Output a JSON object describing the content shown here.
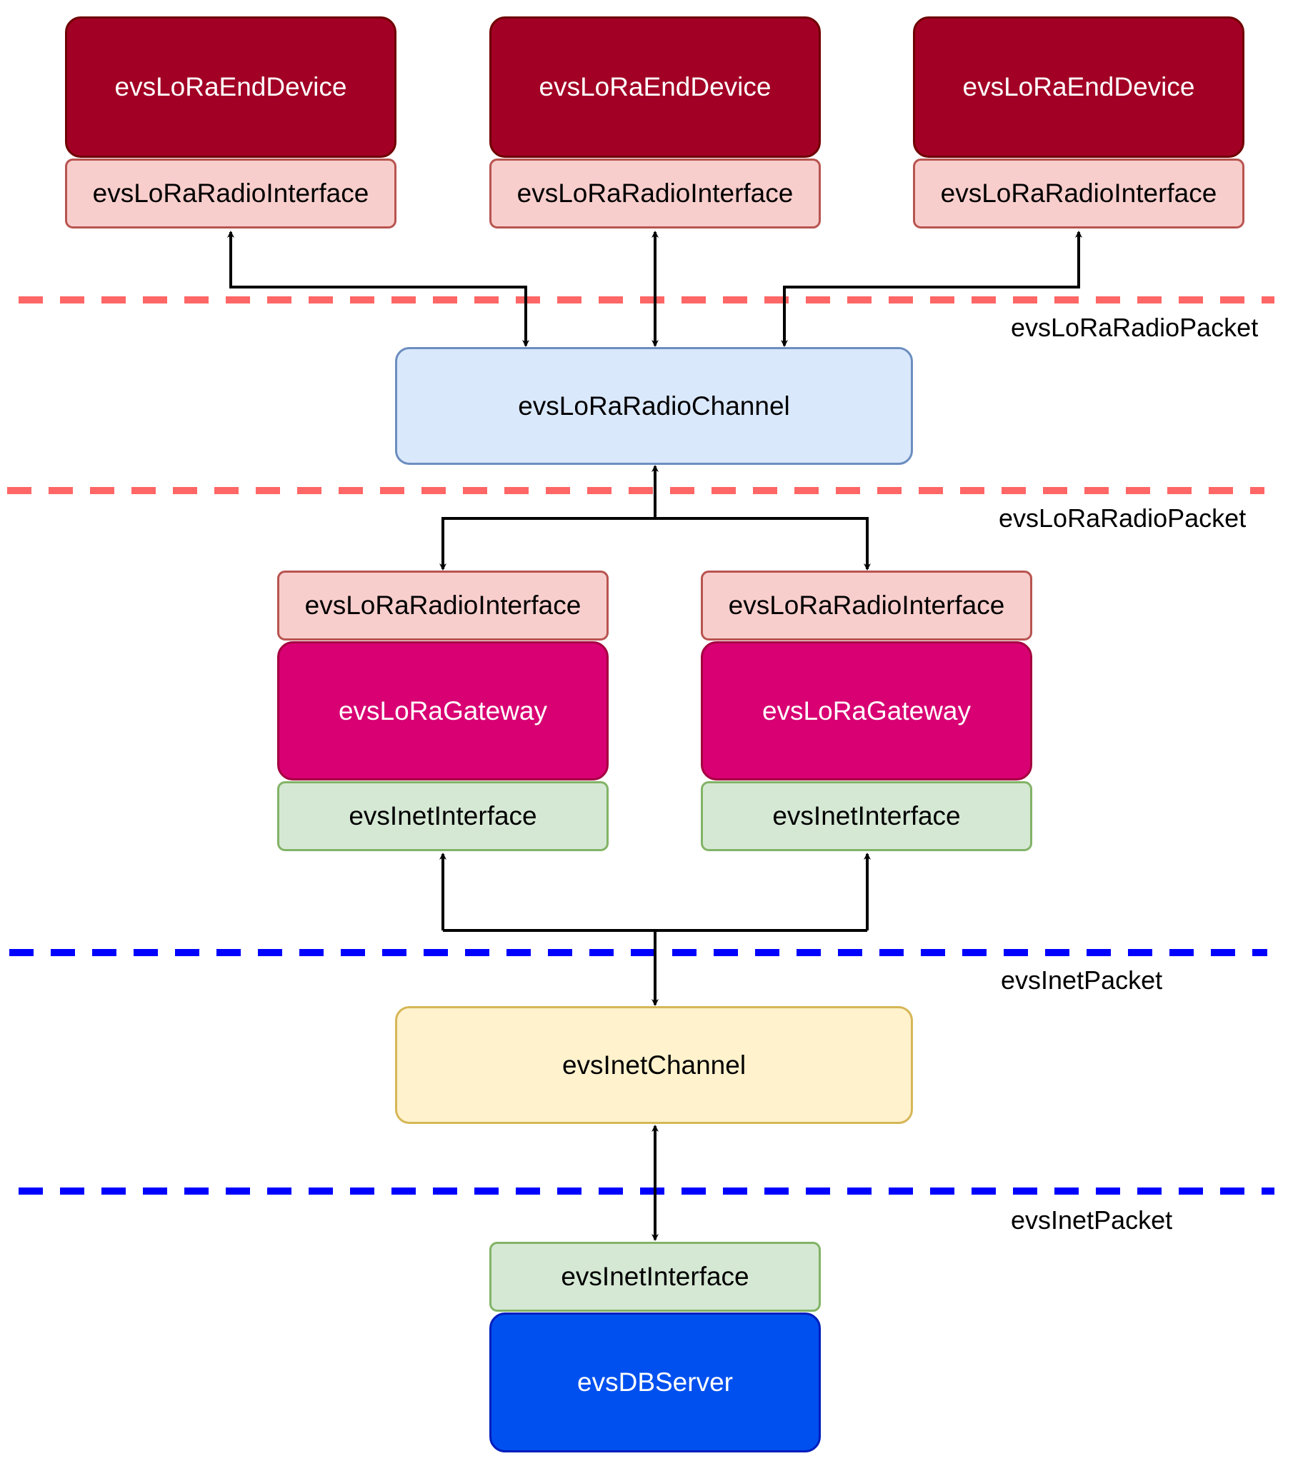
{
  "colors": {
    "lora_separator": "#ff6666",
    "inet_separator": "#0000ff",
    "arrow": "#000000"
  },
  "end_devices": [
    {
      "label": "evsLoRaEndDevice"
    },
    {
      "label": "evsLoRaEndDevice"
    },
    {
      "label": "evsLoRaEndDevice"
    }
  ],
  "end_device_radio_interfaces": [
    {
      "label": "evsLoRaRadioInterface"
    },
    {
      "label": "evsLoRaRadioInterface"
    },
    {
      "label": "evsLoRaRadioInterface"
    }
  ],
  "radio_channel": {
    "label": "evsLoRaRadioChannel"
  },
  "gateways": [
    {
      "radio_interface": "evsLoRaRadioInterface",
      "label": "evsLoRaGateway",
      "inet_interface": "evsInetInterface"
    },
    {
      "radio_interface": "evsLoRaRadioInterface",
      "label": "evsLoRaGateway",
      "inet_interface": "evsInetInterface"
    }
  ],
  "inet_channel": {
    "label": "evsInetChannel"
  },
  "server": {
    "inet_interface": "evsInetInterface",
    "label": "evsDBServer"
  },
  "packet_labels": {
    "radio_upper": "evsLoRaRadioPacket",
    "radio_lower": "evsLoRaRadioPacket",
    "inet_upper": "evsInetPacket",
    "inet_lower": "evsInetPacket"
  }
}
